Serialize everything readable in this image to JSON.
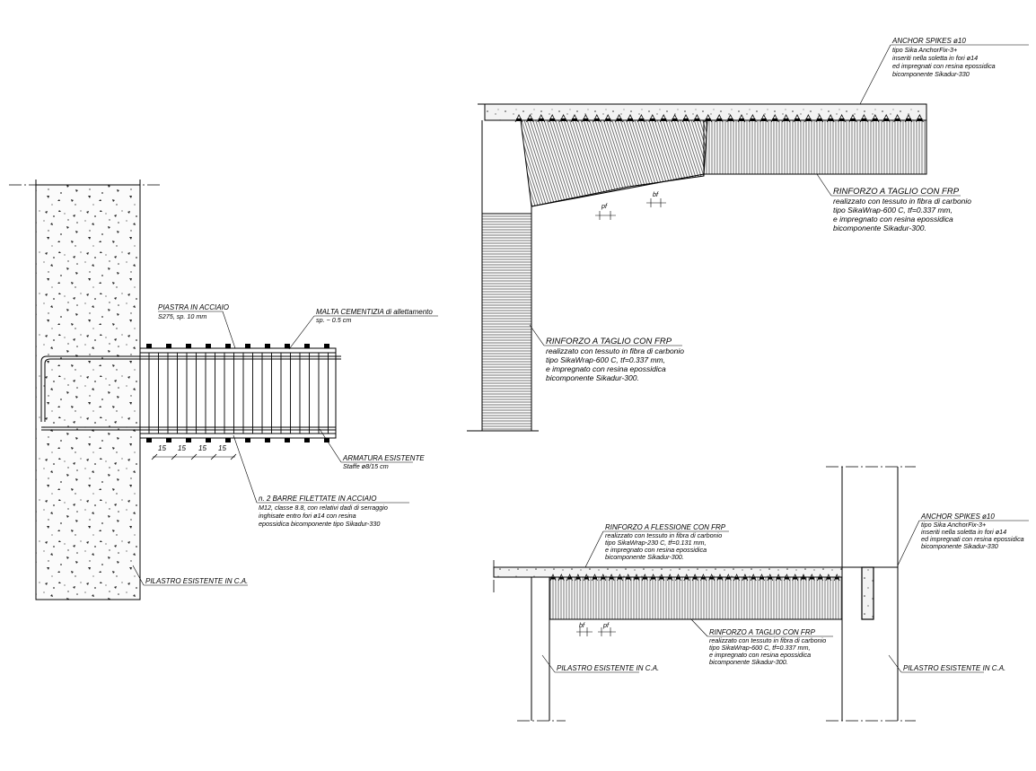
{
  "detail_1": {
    "labels": {
      "steel_plate": {
        "title": "PIASTRA IN ACCIAIO",
        "lines": [
          "S275, sp. 10 mm"
        ]
      },
      "bedding_mortar": {
        "title": "MALTA CEMENTIZIA di allettamento",
        "lines": [
          "sp. ~ 0.5 cm"
        ]
      },
      "existing_reinforcement": {
        "title": "ARMATURA ESISTENTE",
        "lines": [
          "Staffe ø8/15 cm"
        ]
      },
      "threaded_bars": {
        "title": "n. 2 BARRE FILETTATE IN ACCIAIO",
        "lines": [
          "M12, classe 8.8, con relativi dadi di serraggio",
          "inghisate entro fori ø14 con resina",
          "epossidica bicomponente tipo Sikadur-330"
        ]
      },
      "existing_column": {
        "title": "PILASTRO ESISTENTE IN C.A.",
        "lines": []
      }
    },
    "dimensions": [
      "15",
      "15",
      "15",
      "15"
    ]
  },
  "detail_2": {
    "labels": {
      "anchor_spikes": {
        "title": "ANCHOR SPIKES ø10",
        "lines": [
          "tipo Sika AnchorFix-3+",
          "inseriti nella soletta in fori ø14",
          "ed impregnati con resina epossidica",
          "bicomponente Sikadur-330"
        ]
      },
      "shear_frp_beam": {
        "title": "RINFORZO A TAGLIO CON FRP",
        "lines": [
          "realizzato con tessuto in fibra di carbonio",
          "tipo SikaWrap-600 C, tf=0.337 mm,",
          "e impregnato con resina epossidica",
          "bicomponente Sikadur-300."
        ]
      },
      "shear_frp_column": {
        "title": "RINFORZO A TAGLIO CON FRP",
        "lines": [
          "realizzato con tessuto in fibra di carbonio",
          "tipo SikaWrap-600 C, tf=0.337 mm,",
          "e impregnato con resina epossidica",
          "bicomponente Sikadur-300."
        ]
      }
    },
    "symbols": [
      "pf",
      "bf"
    ]
  },
  "detail_3": {
    "labels": {
      "flexural_frp": {
        "title": "RINFORZO A FLESSIONE CON FRP",
        "lines": [
          "realizzato con tessuto in fibra di carbonio",
          "tipo SikaWrap-230 C, tf=0.131 mm,",
          "e impregnato con resina epossidica",
          "bicomponente Sikadur-300."
        ]
      },
      "anchor_spikes": {
        "title": "ANCHOR SPIKES ø10",
        "lines": [
          "tipo Sika AnchorFix-3+",
          "inseriti nella soletta in fori ø14",
          "ed impregnati con resina epossidica",
          "bicomponente Sikadur-330"
        ]
      },
      "shear_frp": {
        "title": "RINFORZO A TAGLIO CON FRP",
        "lines": [
          "realizzato con tessuto in fibra di carbonio",
          "tipo SikaWrap-600 C, tf=0.337 mm,",
          "e impregnato con resina epossidica",
          "bicomponente Sikadur-300."
        ]
      },
      "column_left": {
        "title": "PILASTRO ESISTENTE IN C.A.",
        "lines": []
      },
      "column_right": {
        "title": "PILASTRO ESISTENTE IN C.A.",
        "lines": []
      }
    },
    "symbols": [
      "bf",
      "pf"
    ]
  }
}
